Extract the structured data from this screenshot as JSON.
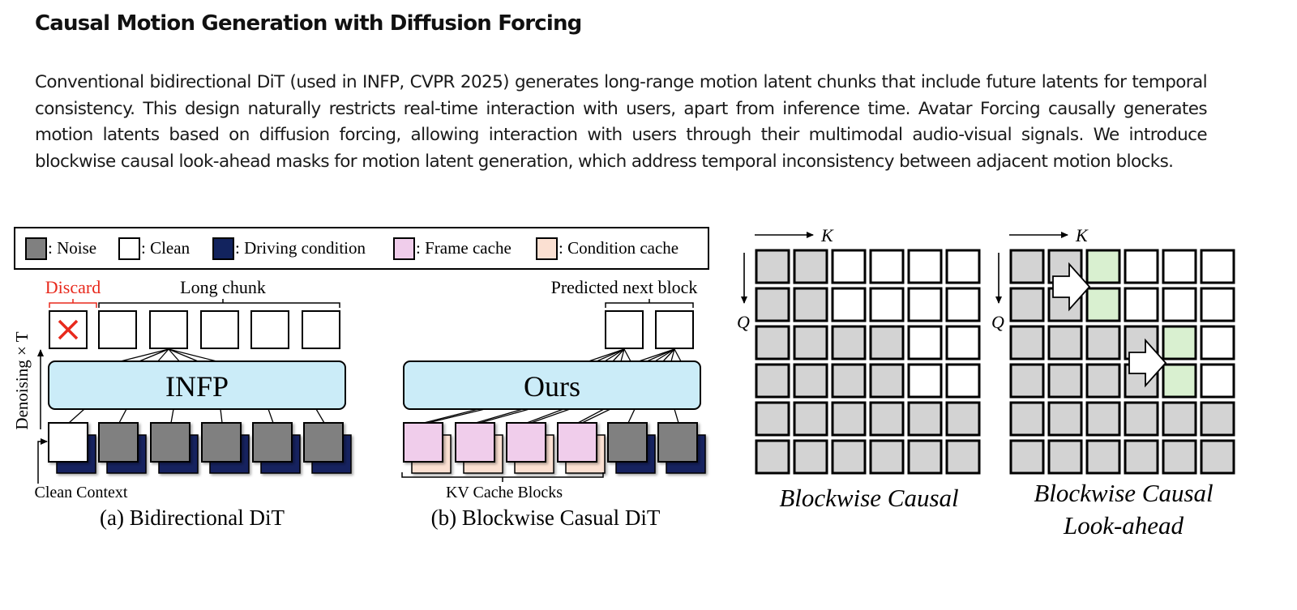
{
  "heading": "Causal Motion Generation with Diffusion Forcing",
  "paragraph": "Conventional bidirectional DiT (used in INFP, CVPR 2025) generates long-range motion latent chunks that include future latents for temporal consistency. This design naturally restricts real-time interaction with users, apart from inference time. Avatar Forcing causally generates motion latents based on diffusion forcing, allowing interaction with users through their multimodal audio-visual signals. We introduce blockwise causal look-ahead masks for motion latent generation, which address temporal inconsistency between adjacent motion blocks.",
  "legend": [
    {
      "key": "noise",
      "label": ": Noise",
      "color": "#808080"
    },
    {
      "key": "clean",
      "label": ": Clean",
      "color": "#ffffff"
    },
    {
      "key": "driving",
      "label": ": Driving condition",
      "color": "#12235e"
    },
    {
      "key": "frame_cache",
      "label": ": Frame cache",
      "color": "#f0cdeb"
    },
    {
      "key": "condition_cache",
      "label": ": Condition cache",
      "color": "#fbe0d2"
    }
  ],
  "diagram_a": {
    "discard_label": "Discard",
    "long_chunk_label": "Long chunk",
    "model_label": "INFP",
    "denoising_label": "Denoising × T",
    "clean_context_label": "Clean Context",
    "caption": "(a) Bidirectional DiT",
    "outputs": [
      "discard",
      "clean",
      "clean",
      "clean",
      "clean",
      "clean"
    ],
    "inputs": [
      "clean",
      "noise",
      "noise",
      "noise",
      "noise",
      "noise"
    ]
  },
  "diagram_b": {
    "predicted_label": "Predicted next block",
    "model_label": "Ours",
    "kv_cache_label": "KV Cache Blocks",
    "caption": "(b) Blockwise Casual DiT",
    "outputs": [
      "clean",
      "clean"
    ],
    "inputs": [
      "frame_cache",
      "frame_cache",
      "frame_cache",
      "frame_cache",
      "noise",
      "noise"
    ]
  },
  "masks": [
    {
      "caption_lines": [
        "Blockwise Causal"
      ],
      "k_label": "K",
      "q_label": "Q",
      "grid": [
        [
          1,
          1,
          0,
          0,
          0,
          0
        ],
        [
          1,
          1,
          0,
          0,
          0,
          0
        ],
        [
          1,
          1,
          1,
          1,
          0,
          0
        ],
        [
          1,
          1,
          1,
          1,
          0,
          0
        ],
        [
          1,
          1,
          1,
          1,
          1,
          1
        ],
        [
          1,
          1,
          1,
          1,
          1,
          1
        ]
      ],
      "arrows": []
    },
    {
      "caption_lines": [
        "Blockwise Causal",
        "Look-ahead"
      ],
      "k_label": "K",
      "q_label": "Q",
      "grid": [
        [
          1,
          1,
          2,
          0,
          0,
          0
        ],
        [
          1,
          1,
          2,
          0,
          0,
          0
        ],
        [
          1,
          1,
          1,
          1,
          2,
          0
        ],
        [
          1,
          1,
          1,
          1,
          2,
          0
        ],
        [
          1,
          1,
          1,
          1,
          1,
          1
        ],
        [
          1,
          1,
          1,
          1,
          1,
          1
        ]
      ],
      "arrows": [
        {
          "row_pair": 0,
          "to_col": 2
        },
        {
          "row_pair": 1,
          "to_col": 4
        }
      ]
    }
  ],
  "mask_colors": {
    "attend": "#d3d3d3",
    "blocked": "#ffffff",
    "lookahead": "#d9f0d0"
  },
  "colors": {
    "model_box": "#cbecf8",
    "discard": "#e8291c"
  }
}
